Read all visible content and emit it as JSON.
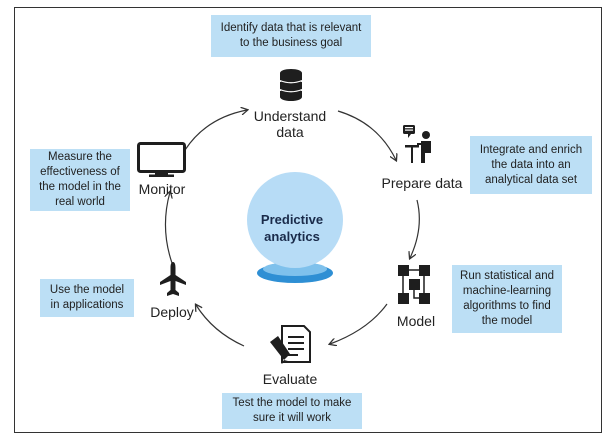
{
  "center": {
    "line1": "Predictive",
    "line2": "analytics"
  },
  "stages": {
    "understand": {
      "line1": "Understand",
      "line2": "data"
    },
    "prepare": {
      "label": "Prepare data"
    },
    "model": {
      "label": "Model"
    },
    "evaluate": {
      "label": "Evaluate"
    },
    "deploy": {
      "label": "Deploy"
    },
    "monitor": {
      "label": "Monitor"
    }
  },
  "callouts": {
    "understand": "Identify data that is relevant to the business goal",
    "prepare": "Integrate and enrich the data into an analytical data set",
    "model": "Run statistical and machine-learning algorithms to find the model",
    "evaluate": "Test the model to make sure it will work",
    "deploy": "Use the model in applications",
    "monitor": "Measure the effectiveness of the model in the real world"
  },
  "colors": {
    "callout_bg": "#bcdff5",
    "sphere": "#b7dcf6",
    "sphere_base": "#2e8fd4",
    "icon": "#1e1e1e"
  },
  "icons": [
    "database-icon",
    "person-at-desk-icon",
    "flowchart-icon",
    "document-with-pen-icon",
    "airplane-icon",
    "monitor-icon"
  ]
}
